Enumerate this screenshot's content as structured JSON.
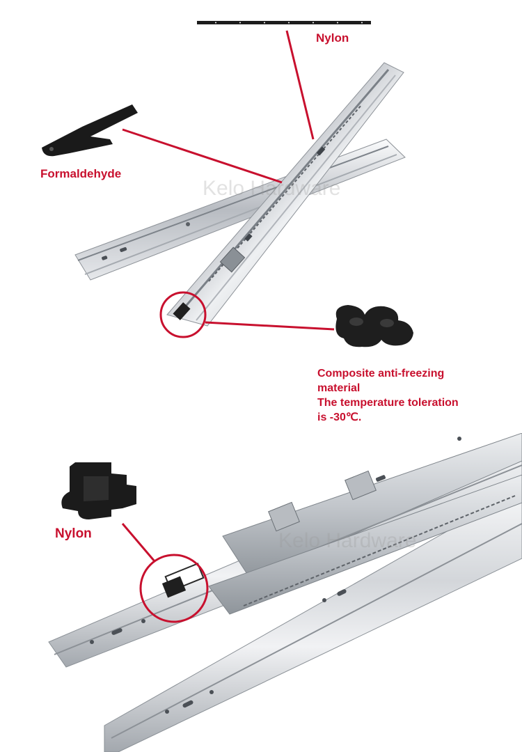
{
  "accent_color": "#c8102e",
  "top_panel": {
    "labels": {
      "nylon": "Nylon",
      "formaldehyde": "Formaldehyde"
    },
    "watermark": "Kelo Hardware",
    "caption_lines": [
      "Composite anti-freezing",
      "material",
      "The temperature toleration",
      "is -30℃."
    ]
  },
  "bottom_panel": {
    "labels": {
      "nylon": "Nylon"
    },
    "watermark": "Kelo Hardware"
  },
  "icons": [
    "nylon-strip-icon",
    "formaldehyde-clip-icon",
    "rubber-bumper-icon",
    "nylon-clip-icon"
  ]
}
